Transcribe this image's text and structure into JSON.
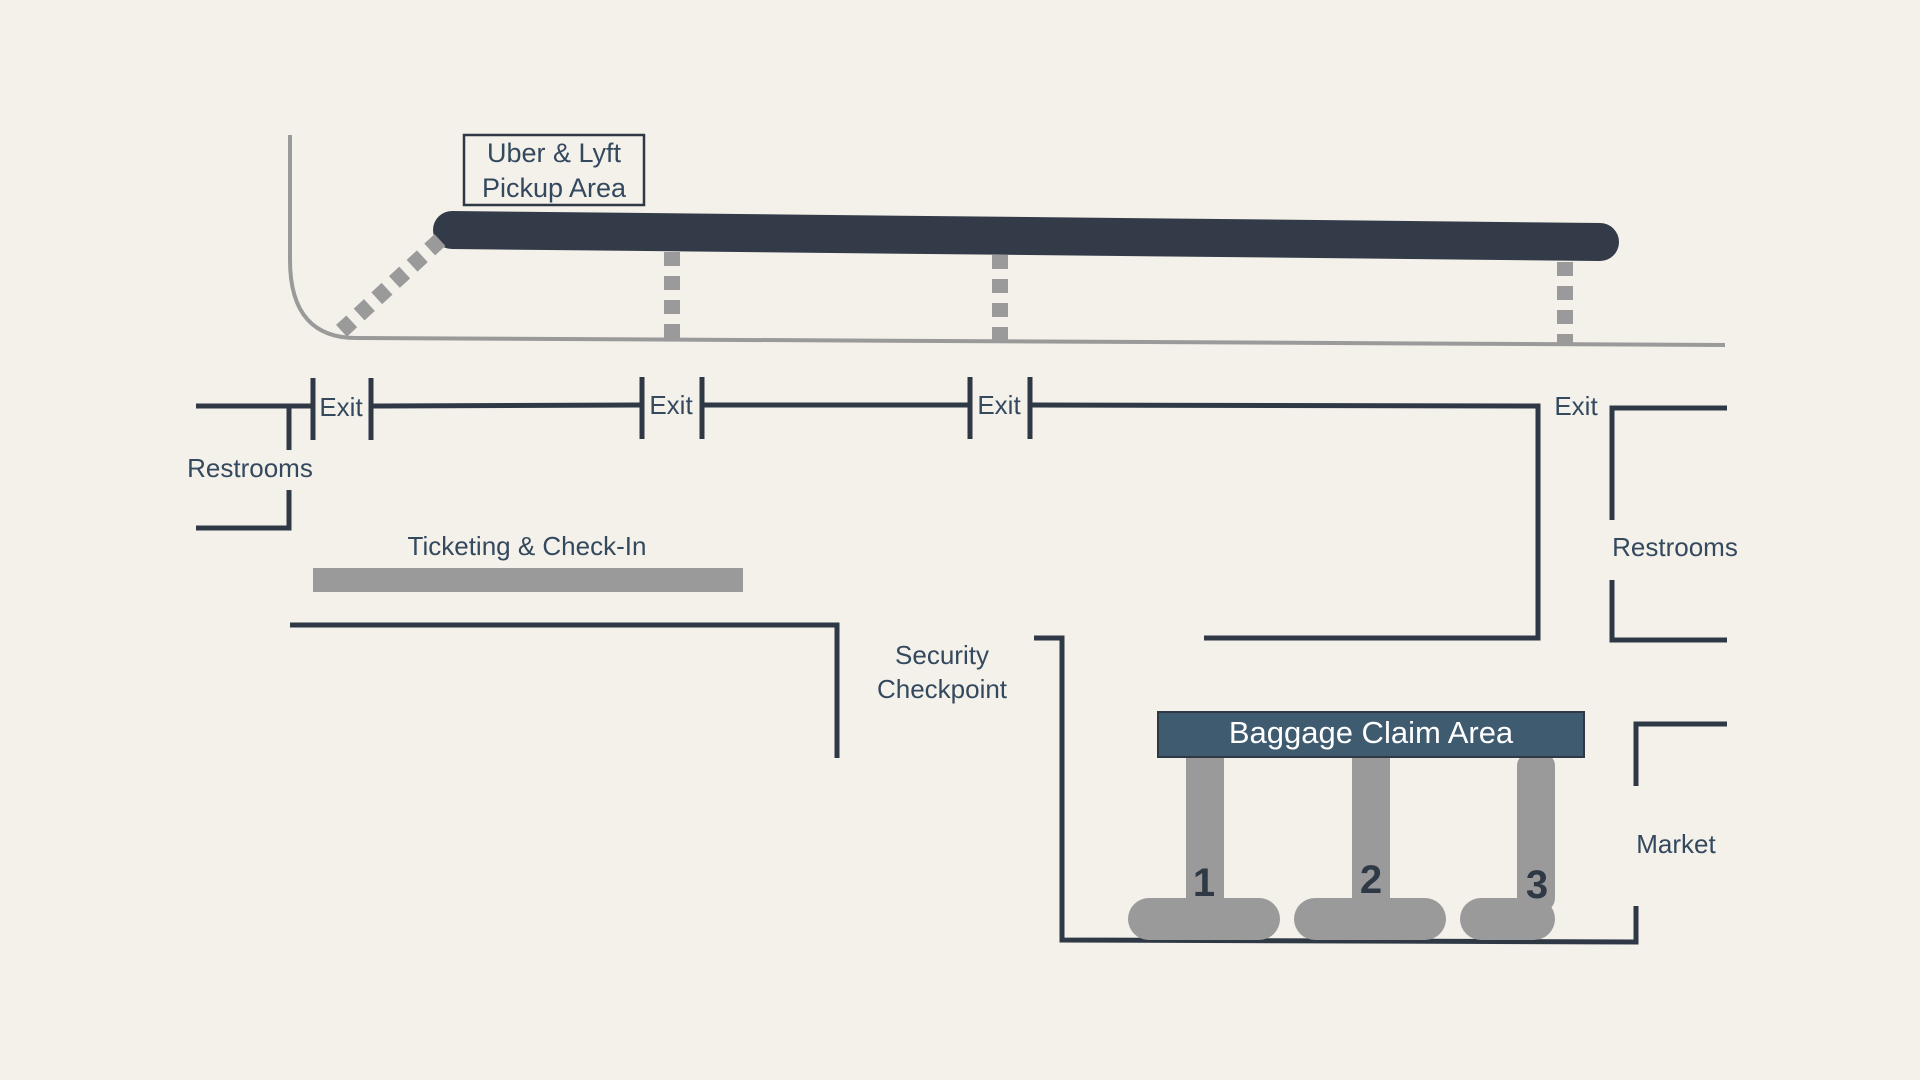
{
  "map": {
    "pickup_label_line1": "Uber & Lyft",
    "pickup_label_line2": "Pickup Area",
    "exit_label": "Exit",
    "restrooms_west": "Restrooms",
    "restrooms_east": "Restrooms",
    "ticketing_label": "Ticketing & Check-In",
    "security_line1": "Security",
    "security_line2": "Checkpoint",
    "baggage_claim_label": "Baggage Claim Area",
    "market_label": "Market",
    "carousels": [
      "1",
      "2",
      "3"
    ]
  },
  "colors": {
    "background": "#f3f1ea",
    "wall": "#2f3845",
    "curb": "#9a9a9a",
    "pickup_lane": "#333b48",
    "baggage_banner": "#3f5b70",
    "label_text": "#34495e"
  }
}
